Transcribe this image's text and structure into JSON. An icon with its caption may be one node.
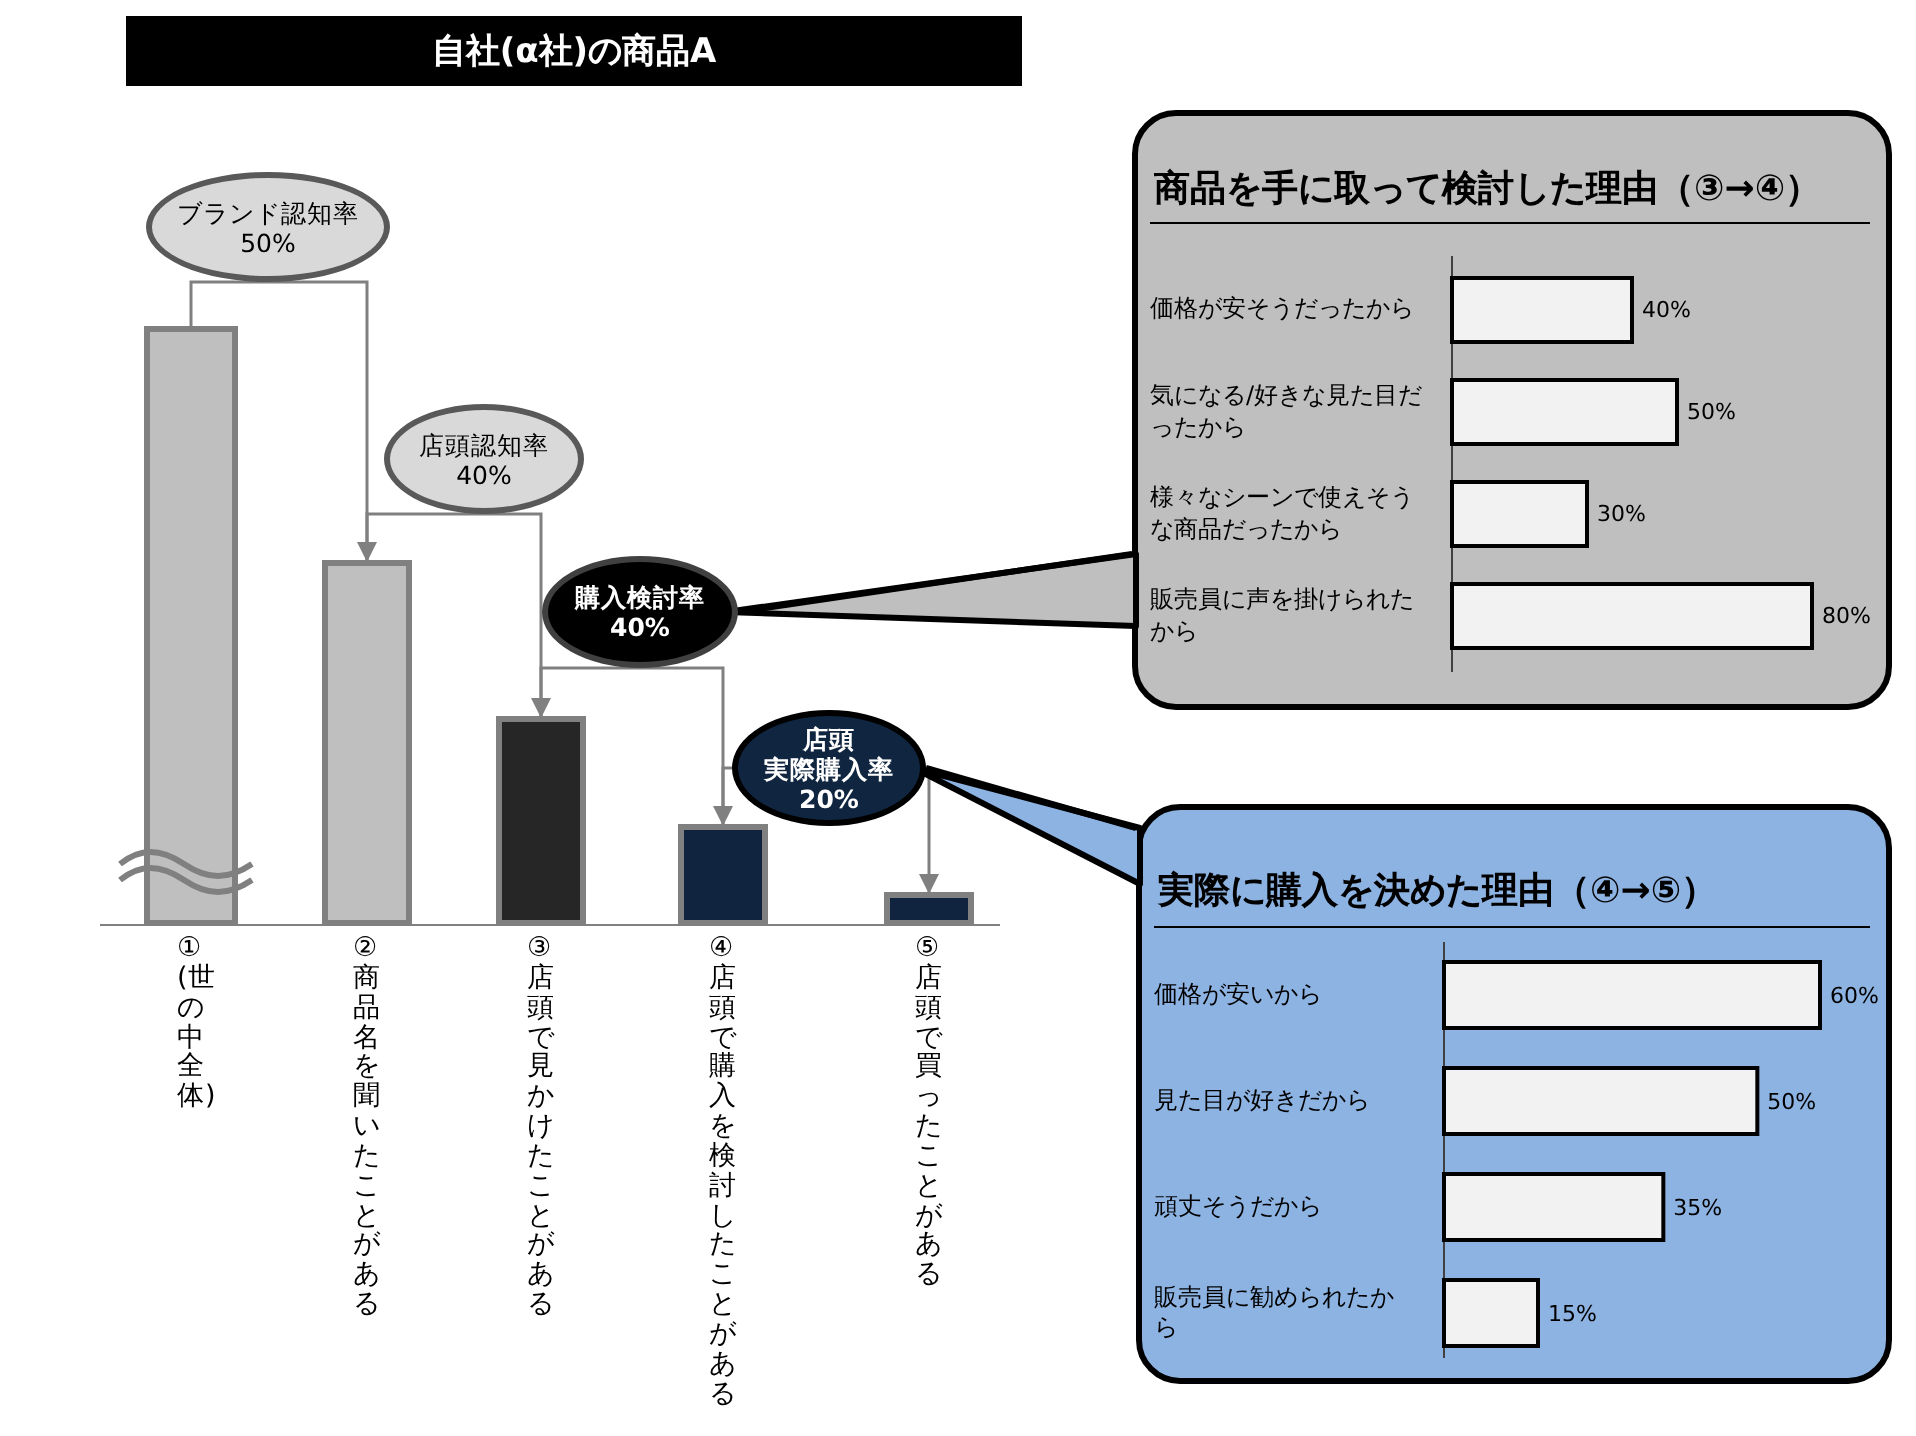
{
  "diagram": {
    "title": "自社(α社)の商品A",
    "nodes": [
      {
        "text": [],
        "shape": "bar",
        "beside": [
          "①(世の中全体)"
        ]
      },
      {
        "text": [],
        "shape": "bar",
        "beside": [
          "②商品名を聞いたことがある"
        ]
      },
      {
        "text": [],
        "shape": "bar",
        "beside": [
          "③店頭で見かけたことがある"
        ]
      },
      {
        "text": [],
        "shape": "bar",
        "beside": [
          "④店頭で購入を検討したことがある"
        ]
      },
      {
        "text": [],
        "shape": "bar",
        "beside": [
          "⑤店頭で買ったことがある"
        ]
      },
      {
        "text": [
          "ブランド認知率",
          "50%"
        ]
      },
      {
        "text": [
          "店頭認知率",
          "40%"
        ]
      },
      {
        "text": [
          "購入検討率",
          "40%"
        ]
      },
      {
        "text": [
          "店頭",
          "実際購入率",
          "20%"
        ]
      },
      {
        "text": [
          "商品を手に取って検討した理由（③→④）"
        ]
      },
      {
        "text": [
          "実際に購入を決めた理由（④→⑤）"
        ]
      }
    ],
    "edges": [
      {
        "from": 0,
        "to": 5,
        "arrow": "none"
      },
      {
        "from": 5,
        "to": 1,
        "arrow": "to"
      },
      {
        "from": 1,
        "to": 6,
        "arrow": "none"
      },
      {
        "from": 6,
        "to": 2,
        "arrow": "to"
      },
      {
        "from": 2,
        "to": 7,
        "arrow": "none"
      },
      {
        "from": 7,
        "to": 3,
        "arrow": "to"
      },
      {
        "from": 3,
        "to": 8,
        "arrow": "none"
      },
      {
        "from": 8,
        "to": 4,
        "arrow": "to"
      },
      {
        "from": 7,
        "to": 9,
        "arrow": "none",
        "style": "thick",
        "color": "#000000"
      },
      {
        "from": 8,
        "to": 10,
        "arrow": "none",
        "style": "thick",
        "color": "#000000"
      }
    ],
    "chart_data": [
      {
        "type": "bar",
        "orientation": "horizontal",
        "categories": [
          "価格が安そうだったから",
          "気になる/好きな見た目だったから",
          "様々なシーンで使えそうな商品だったから",
          "販売員に声を掛けられたから"
        ],
        "values": [
          40,
          50,
          30,
          80
        ],
        "value_labels": [
          "40%",
          "50%",
          "30%",
          "80%"
        ]
      },
      {
        "type": "bar",
        "orientation": "horizontal",
        "categories": [
          "価格が安いから",
          "見た目が好きだから",
          "頑丈そうだから",
          "販売員に勧められたから"
        ],
        "values": [
          60,
          50,
          35,
          15
        ],
        "value_labels": [
          "60%",
          "50%",
          "35%",
          "15%"
        ]
      }
    ]
  }
}
